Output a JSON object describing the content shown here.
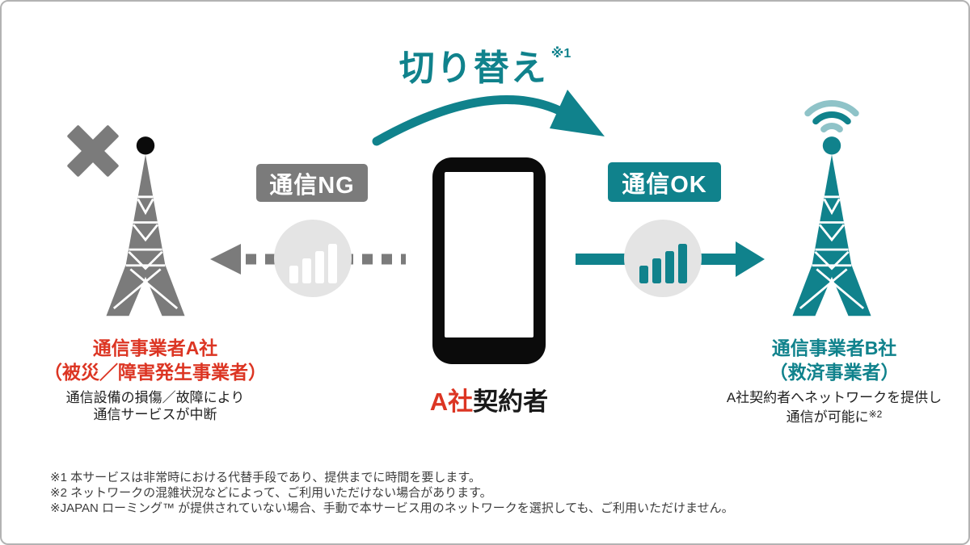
{
  "title": {
    "text": "切り替え",
    "note_ref": "※1"
  },
  "left_operator": {
    "badge": "通信NG",
    "name_line1": "通信事業者A社",
    "name_line2": "（被災／障害発生事業者）",
    "desc_line1": "通信設備の損傷／故障により",
    "desc_line2": "通信サービスが中断"
  },
  "subscriber": {
    "label_highlight": "A社",
    "label_rest": "契約者"
  },
  "right_operator": {
    "badge": "通信OK",
    "name_line1": "通信事業者B社",
    "name_line2": "（救済事業者）",
    "desc_line1": "A社契約者へネットワークを提供し",
    "desc_line2": "通信が可能に",
    "desc_note_ref": "※2"
  },
  "footnotes": [
    "※1 本サービスは非常時における代替手段であり、提供までに時間を要します。",
    "※2 ネットワークの混雑状況などによって、ご利用いただけない場合があります。",
    "※JAPAN ローミング™ が提供されていない場合、手動で本サービス用のネットワークを選択しても、ご利用いただけません。"
  ],
  "icons": {
    "x-mark-icon": "✕",
    "cell-tower-icon": "lattice-tower",
    "wifi-waves-icon": "three-arcs",
    "signal-bars-icon": "▂▄▆█",
    "smartphone-icon": "▯",
    "curved-switch-arrow-icon": "⤳",
    "dashed-arrow-icon": "⇠",
    "solid-arrow-icon": "⇒"
  },
  "colors": {
    "teal": "#10828c",
    "teal_light": "#8fc3c8",
    "gray": "#7b7b7b",
    "circle_gray": "#e4e4e4",
    "red": "#dc3523",
    "black": "#0b0b0b",
    "footnote_text": "#3c3c3c"
  }
}
